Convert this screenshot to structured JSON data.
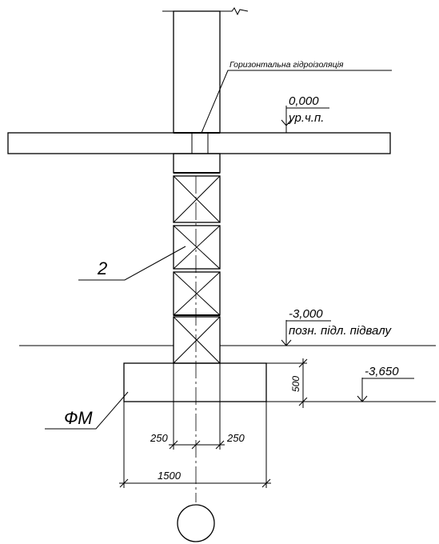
{
  "labels": {
    "waterproofing": "Горизонтальна гідроізоляція",
    "level_zero_value": "0,000",
    "level_zero_name": "ур.ч.п.",
    "level_basement_value": "-3,000",
    "level_basement_name": "позн. підл. підвалу",
    "level_base_value": "-3,650",
    "block_mark": "2",
    "foundation_mark": "ФМ",
    "height_dim": "500",
    "offset_left": "250",
    "offset_right": "250",
    "width_dim": "1500"
  }
}
